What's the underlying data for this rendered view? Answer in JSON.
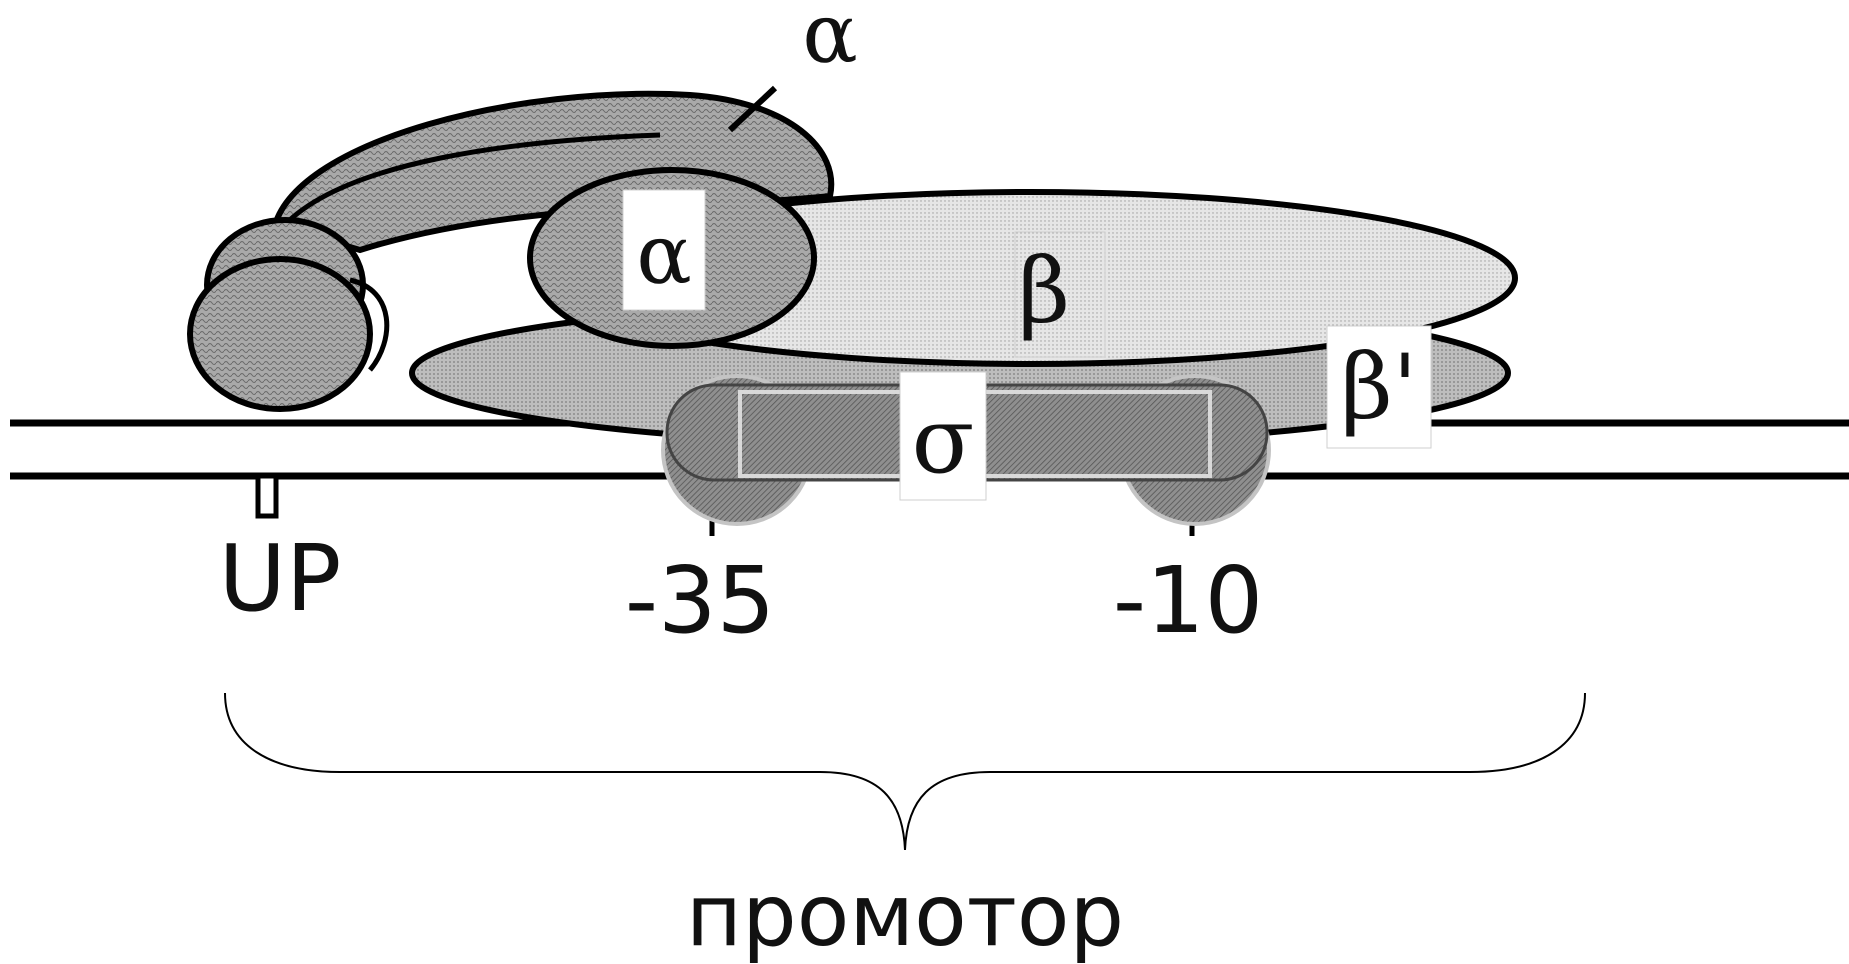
{
  "subunits": {
    "alpha_top": "α",
    "alpha_inner": "α",
    "beta": "β",
    "beta_prime": "β'",
    "sigma": "σ"
  },
  "elements": {
    "up": "UP",
    "minus35": "-35",
    "minus10": "-10"
  },
  "promoter_label": "промотор"
}
